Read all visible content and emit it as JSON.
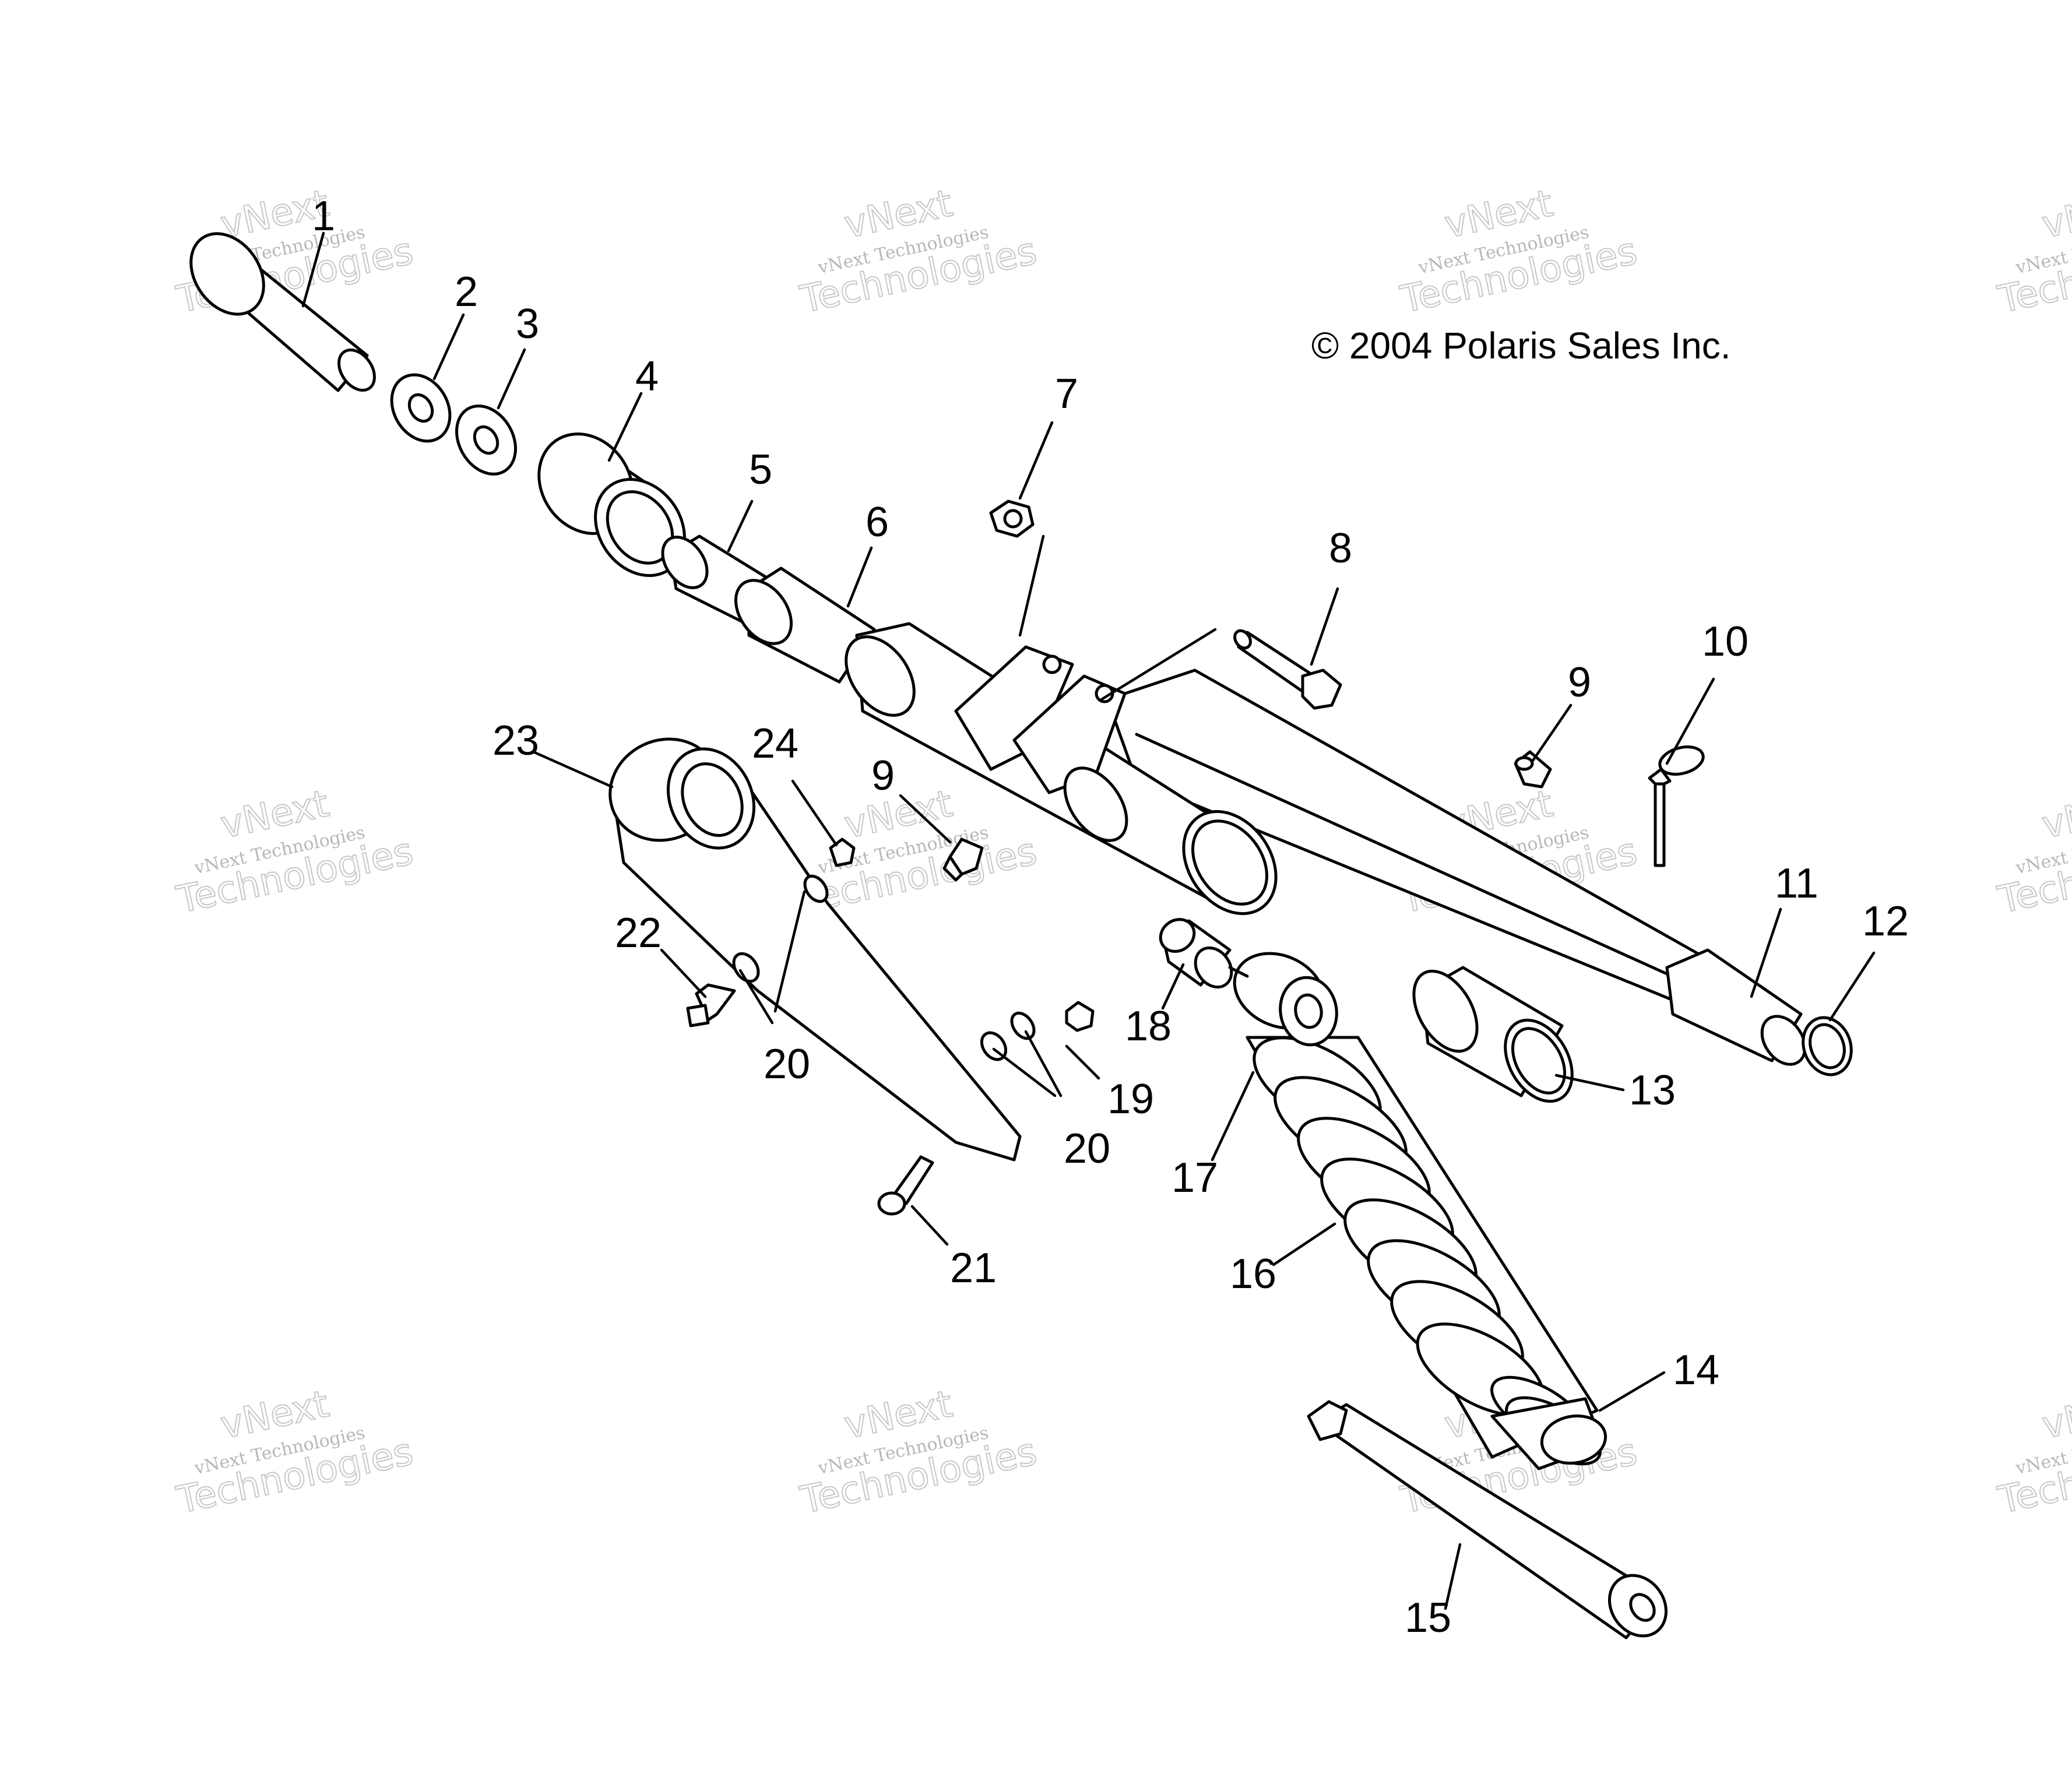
{
  "copyright": "© 2004 Polaris Sales Inc.",
  "watermark": {
    "brand_top": "vNext",
    "brand_line": "vNext Technologies",
    "brand_bottom": "Technologies"
  },
  "callouts": {
    "c1": "1",
    "c2": "2",
    "c3": "3",
    "c4": "4",
    "c5": "5",
    "c6": "6",
    "c7": "7",
    "c8": "8",
    "c9a": "9",
    "c9b": "9",
    "c10": "10",
    "c11": "11",
    "c12": "12",
    "c13": "13",
    "c14": "14",
    "c15": "15",
    "c16": "16",
    "c17": "17",
    "c18": "18",
    "c19": "19",
    "c20a": "20",
    "c20b": "20",
    "c21": "21",
    "c22": "22",
    "c23": "23",
    "c24": "24"
  }
}
